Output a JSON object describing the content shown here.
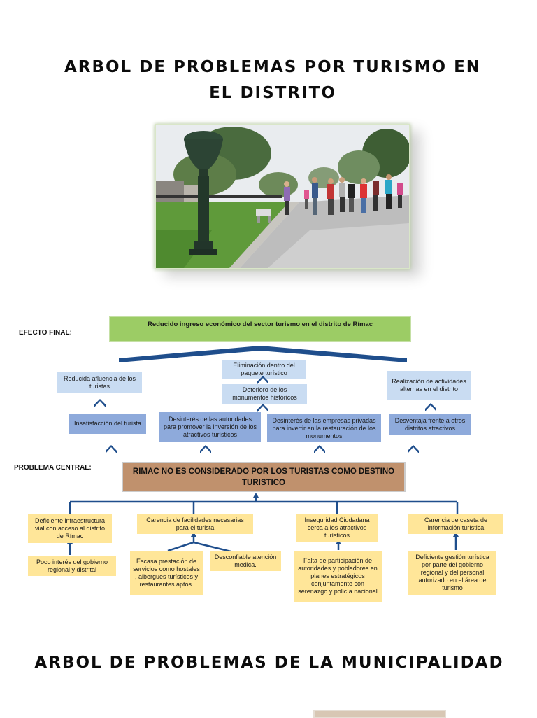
{
  "title_top": "ARBOL  DE  PROBLEMAS POR TURISMO EN EL DISTRITO",
  "title_bottom": "ARBOL  DE  PROBLEMAS DE LA MUNICIPALIDAD",
  "labels": {
    "efecto_final": "EFECTO FINAL:",
    "problema_central": "PROBLEMA CENTRAL:"
  },
  "efecto_final": "Reducido ingreso económico del sector turismo en el distrito de Rímac",
  "effects": {
    "reducida": "Reducida afluencia de los turistas",
    "eliminacion": "Eliminación dentro del paquete turístico",
    "deterioro": "Deterioro de los monumentos históricos",
    "realizacion": "Realización de actividades alternas en el distrito",
    "insatisfaccion": "Insatisfacción del turista",
    "desinteres_autoridades": "Desinterés de las autoridades para promover la inversión de los atractivos turísticos",
    "desinteres_empresas": "Desinterés de las empresas privadas para invertir en la restauración de los monumentos",
    "desventaja": "Desventaja frente a otros distritos atractivos"
  },
  "problema_central": "RIMAC NO ES CONSIDERADO POR LOS TURISTAS COMO DESTINO TURISTICO",
  "causes": {
    "infraestructura": "Deficiente infraestructura vial con acceso al distrito de Rímac",
    "facilidades": "Carencia de facilidades necesarias para el turista",
    "inseguridad": "Inseguridad Ciudadana cerca a los atractivos turísticos",
    "caseta": "Carencia de caseta de información turística",
    "poco_interes": "Poco interés del gobierno regional y distrital",
    "escasa": "Escasa prestación de servicios como hostales , albergues turísticos y restaurantes aptos.",
    "desconfiable": "Desconfiable atención medica.",
    "falta": "Falta de participación de autoridades y pobladores en planes estratégicos conjuntamente con serenazgo y policía nacional",
    "deficiente_gestion": "Deficiente gestión turística por parte del gobierno regional y del personal autorizado en el área de turismo"
  },
  "colors": {
    "line": "#1f4e8c",
    "green_box": "#9ccc65",
    "brown_box": "#c0916d",
    "light_blue_box": "#c9dcf2",
    "mid_blue_box": "#8eaadb",
    "yellow_box": "#ffe699"
  }
}
